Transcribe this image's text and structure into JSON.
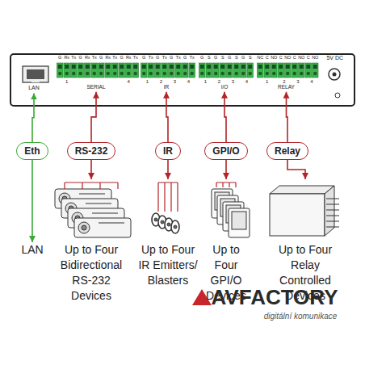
{
  "diagram": {
    "nodes": [
      {
        "text": [
          "5V DC"
        ]
      },
      {
        "text": [
          "LAN"
        ],
        "in": 0
      },
      {
        "text": [
          "SERIAL"
        ],
        "in": 0
      },
      {
        "text": [
          "IR"
        ],
        "in": 0
      },
      {
        "text": [
          "I/O"
        ],
        "in": 0
      },
      {
        "text": [
          "RELAY"
        ],
        "in": 0
      },
      {
        "text": [
          "Eth"
        ]
      },
      {
        "text": [
          "RS-232"
        ]
      },
      {
        "text": [
          "IR"
        ]
      },
      {
        "text": [
          "GPI/O"
        ]
      },
      {
        "text": [
          "Relay"
        ]
      },
      {
        "text": [
          "LAN"
        ]
      },
      {
        "text": [
          "Up to Four Bidirectional RS-232 Devices"
        ]
      },
      {
        "text": [
          "Up to Four IR Emitters/ Blasters"
        ]
      },
      {
        "text": [
          "Up to Four GPI/O Devices"
        ]
      },
      {
        "text": [
          "Up to Four Relay Controlled Devices"
        ]
      }
    ],
    "edges": [
      {
        "from": 6,
        "to": 1,
        "arrow": "to"
      },
      {
        "from": 6,
        "to": 11,
        "arrow": "to"
      },
      {
        "from": 7,
        "to": 2,
        "arrow": "to"
      },
      {
        "from": 7,
        "to": 12,
        "arrow": "to"
      },
      {
        "from": 8,
        "to": 3,
        "arrow": "to"
      },
      {
        "from": 8,
        "to": 13,
        "arrow": "to"
      },
      {
        "from": 9,
        "to": 4,
        "arrow": "to"
      },
      {
        "from": 9,
        "to": 14,
        "arrow": "to"
      },
      {
        "from": 10,
        "to": 5,
        "arrow": "to"
      },
      {
        "from": 10,
        "to": 15,
        "arrow": "to"
      }
    ],
    "labels": [
      "G",
      "Rx",
      "Tx",
      "G",
      "Rx",
      "Tx",
      "G",
      "Rx",
      "Tx",
      "G",
      "Rx",
      "Tx",
      "G",
      "Tx",
      "G",
      "Tx",
      "G",
      "Tx",
      "G",
      "Tx",
      "G",
      "S",
      "G",
      "S",
      "G",
      "S",
      "G",
      "S",
      "NC",
      "C",
      "NO",
      "C",
      "NO",
      "C",
      "NO",
      "C",
      "NO",
      "1",
      "4",
      "1",
      "2",
      "3",
      "4",
      "1",
      "2",
      "3",
      "4",
      "1",
      "2",
      "3",
      "4",
      "AVFACTORY",
      "digitální komunikace"
    ]
  }
}
